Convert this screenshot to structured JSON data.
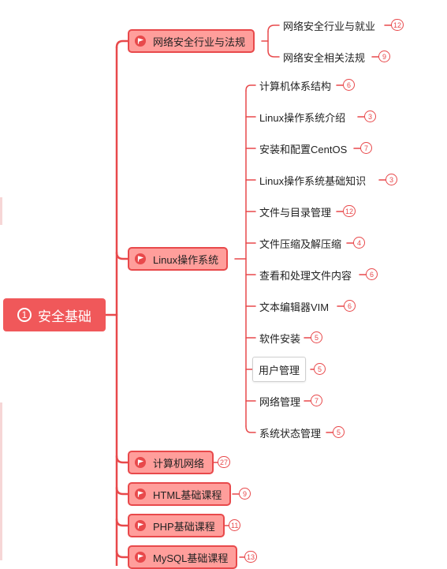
{
  "root": {
    "num": "1",
    "label": "安全基础"
  },
  "categories": [
    {
      "label": "网络安全行业与法规"
    },
    {
      "label": "Linux操作系统"
    },
    {
      "label": "计算机网络",
      "count": "27"
    },
    {
      "label": "HTML基础课程",
      "count": "9"
    },
    {
      "label": "PHP基础课程",
      "count": "11"
    },
    {
      "label": "MySQL基础课程",
      "count": "13"
    }
  ],
  "industry_leaves": [
    {
      "label": "网络安全行业与就业",
      "count": "12"
    },
    {
      "label": "网络安全相关法规",
      "count": "9"
    }
  ],
  "linux_leaves": [
    {
      "label": "计算机体系结构",
      "count": "6"
    },
    {
      "label": "Linux操作系统介绍",
      "count": "3"
    },
    {
      "label": "安装和配置CentOS",
      "count": "7"
    },
    {
      "label": "Linux操作系统基础知识",
      "count": "3"
    },
    {
      "label": "文件与目录管理",
      "count": "12"
    },
    {
      "label": "文件压缩及解压缩",
      "count": "4"
    },
    {
      "label": "查看和处理文件内容",
      "count": "6"
    },
    {
      "label": "文本编辑器VIM",
      "count": "6"
    },
    {
      "label": "软件安装",
      "count": "5"
    },
    {
      "label": "用户管理",
      "count": "5"
    },
    {
      "label": "网络管理",
      "count": "7"
    },
    {
      "label": "系统状态管理",
      "count": "5"
    }
  ],
  "colors": {
    "line": "#e8494b",
    "root": "#f0585a",
    "category": "#ff9e9b"
  }
}
